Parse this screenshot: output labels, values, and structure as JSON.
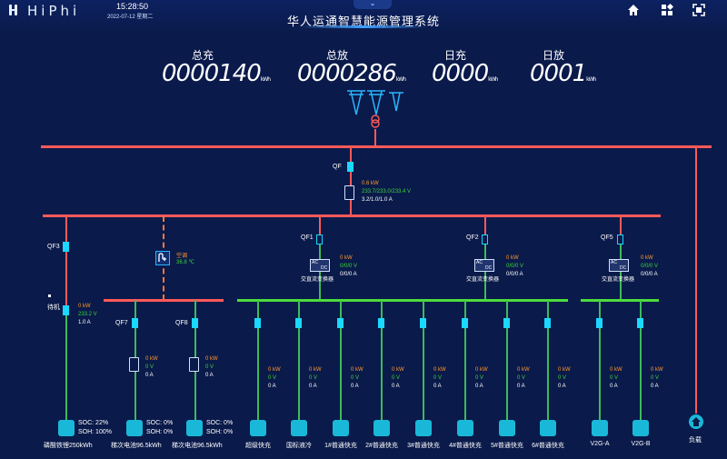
{
  "header": {
    "brand": "HiPhi",
    "clock": "15:28:50",
    "date": "2022-07-12 星期二",
    "title": "华人运通智慧能源管理系统",
    "dropdown": "⌄"
  },
  "stats": [
    {
      "label": "总充",
      "value": "0000140",
      "unit": "kWh"
    },
    {
      "label": "总放",
      "value": "0000286",
      "unit": "kWh"
    },
    {
      "label": "日充",
      "value": "0000",
      "unit": "kWh"
    },
    {
      "label": "日放",
      "value": "0001",
      "unit": "kWh"
    }
  ],
  "main": {
    "qf": "QF",
    "kw": "0.6 kW",
    "v": "233.7/233.0/233.4 V",
    "a": "3.2/1.0/1.0 A"
  },
  "ac": {
    "label": "空调",
    "temp": "36.8 ℃"
  },
  "qf3": {
    "label": "QF3",
    "state": "待机",
    "kw": "0 kW",
    "v": "233.2 V",
    "a": "1.0 A"
  },
  "qf7": {
    "label": "QF7",
    "kw": "0 kW",
    "v": "0 V",
    "a": "0 A"
  },
  "qf8": {
    "label": "QF8",
    "kw": "0 kW",
    "v": "0 V",
    "a": "0 A"
  },
  "converters": [
    {
      "label": "QF1",
      "name": "交直流变换器",
      "kw": "0 kW",
      "v": "0/0/0 V",
      "a": "0/0/0 A"
    },
    {
      "label": "QF2",
      "name": "交直流变换器",
      "kw": "0 kW",
      "v": "0/0/0 V",
      "a": "0/0/0 A"
    },
    {
      "label": "QF5",
      "name": "交直流变换器",
      "kw": "0 kW",
      "v": "0/0/0 V",
      "a": "0/0/0 A"
    }
  ],
  "acdc_tag": {
    "ac": "AC",
    "dc": "DC"
  },
  "batteries": [
    {
      "name": "磷酸铁锂250kWh",
      "soc": "SOC: 22%",
      "soh": "SOH: 100%"
    },
    {
      "name": "梯次电池96.5kWh",
      "soc": "SOC: 0%",
      "soh": "SOH: 0%"
    },
    {
      "name": "梯次电池96.5kWh",
      "soc": "SOC: 0%",
      "soh": "SOH: 0%"
    }
  ],
  "chargers": [
    {
      "name": "超级快充",
      "kw": "0 kW",
      "v": "0 V",
      "a": "0 A"
    },
    {
      "name": "国标液冷",
      "kw": "0 kW",
      "v": "0 V",
      "a": "0 A"
    },
    {
      "name": "1#普通快充",
      "kw": "0 kW",
      "v": "0 V",
      "a": "0 A"
    },
    {
      "name": "2#普通快充",
      "kw": "0 kW",
      "v": "0 V",
      "a": "0 A"
    },
    {
      "name": "3#普通快充",
      "kw": "0 kW",
      "v": "0 V",
      "a": "0 A"
    },
    {
      "name": "4#普通快充",
      "kw": "0 kW",
      "v": "0 V",
      "a": "0 A"
    },
    {
      "name": "5#普通快充",
      "kw": "0 kW",
      "v": "0 V",
      "a": "0 A"
    },
    {
      "name": "6#普通快充",
      "kw": "0 kW",
      "v": "0 V",
      "a": "0 A"
    },
    {
      "name": "V2G-A",
      "kw": "0 kW",
      "v": "0 V",
      "a": "0 A"
    },
    {
      "name": "V2G-B",
      "kw": "0 kW",
      "v": "0 V",
      "a": "0 A"
    }
  ],
  "load": {
    "name": "负载"
  },
  "icons": {
    "home": "home-icon",
    "grid": "grid-icon",
    "fullscreen": "fullscreen-icon"
  }
}
